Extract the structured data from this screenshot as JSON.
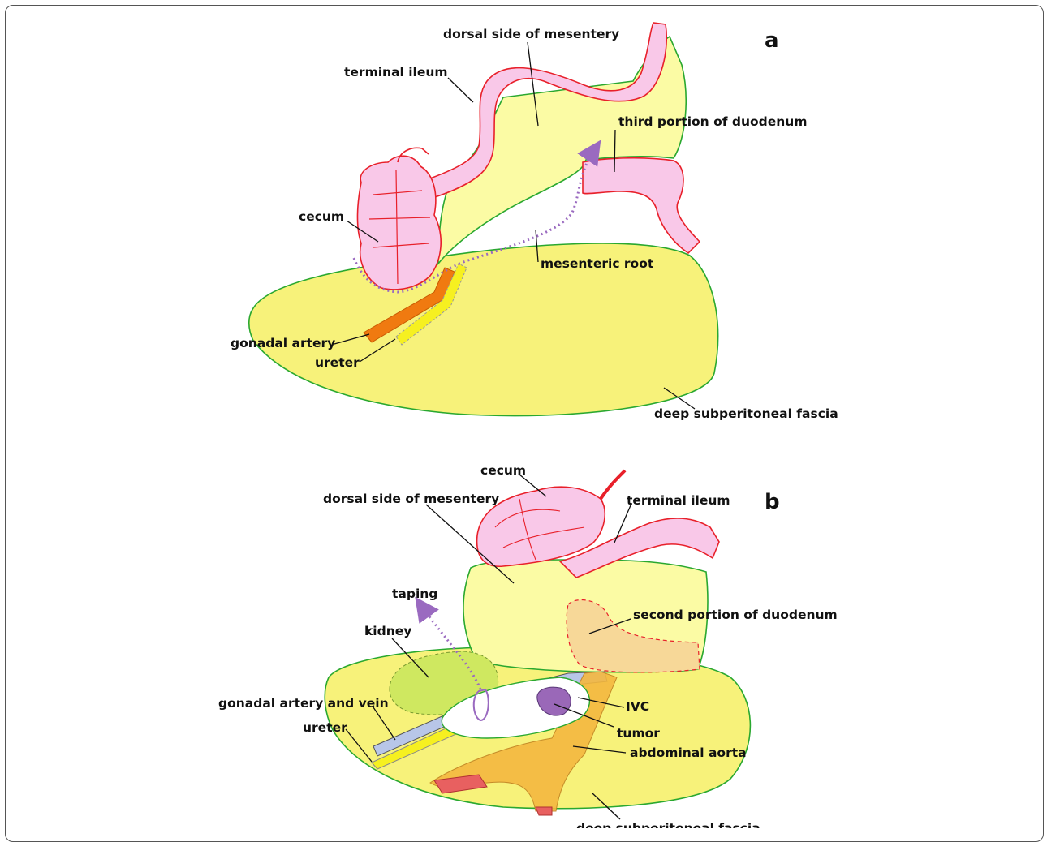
{
  "panel_a": {
    "letter": "a",
    "labels": {
      "dorsal_side_of_mesentery": "dorsal side of mesentery",
      "terminal_ileum": "terminal ileum",
      "third_portion_of_duodenum": "third portion of duodenum",
      "cecum": "cecum",
      "mesenteric_root": "mesenteric root",
      "gonadal_artery": "gonadal artery",
      "ureter": "ureter",
      "deep_subperitoneal_fascia": "deep subperitoneal fascia"
    }
  },
  "panel_b": {
    "letter": "b",
    "labels": {
      "cecum": "cecum",
      "dorsal_side_of_mesentery": "dorsal side of mesentery",
      "terminal_ileum": "terminal ileum",
      "taping": "taping",
      "second_portion_of_duodenum": "second portion of duodenum",
      "kidney": "kidney",
      "gonadal_artery_and_vein": "gonadal artery and vein",
      "ivc": "IVC",
      "ureter": "ureter",
      "tumor": "tumor",
      "abdominal_aorta": "abdominal aorta",
      "deep_subperitoneal_fascia": "deep subperitoneal fascia"
    }
  },
  "colors": {
    "fascia": "#f7f27a",
    "mesentery": "#fbfba4",
    "bowel": "#f9c8e8",
    "bowel_outline": "#e8202a",
    "fascia_outline": "#2aa830",
    "gonadal_artery": "#f07a10",
    "ureter": "#f6f020",
    "taping_arrow": "#9a6ac0",
    "kidney": "#cfe860",
    "duodenum2": "#f7d898",
    "tumor": "#9a68b8",
    "aorta": "#f4b840",
    "ivc_band": "#b8c6e8"
  }
}
